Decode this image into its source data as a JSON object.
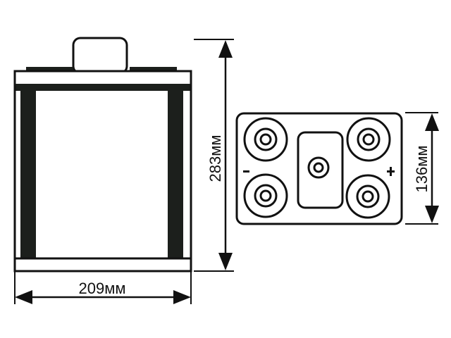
{
  "diagram": {
    "subject": "Battery dimensions drawing",
    "front_view": {
      "width_label": "209мм",
      "height_label": "283мм"
    },
    "top_view": {
      "depth_label": "136мм",
      "negative_sign": "-",
      "positive_sign": "+",
      "terminals": [
        {
          "position": "top-left",
          "polarity": "negative"
        },
        {
          "position": "bottom-left",
          "polarity": "negative"
        },
        {
          "position": "top-right",
          "polarity": "positive"
        },
        {
          "position": "bottom-right",
          "polarity": "positive"
        }
      ],
      "center_vent": "vent-plug"
    },
    "colors": {
      "line": "#111111",
      "fill_dark": "#1c1f1c",
      "background": "#ffffff"
    }
  }
}
